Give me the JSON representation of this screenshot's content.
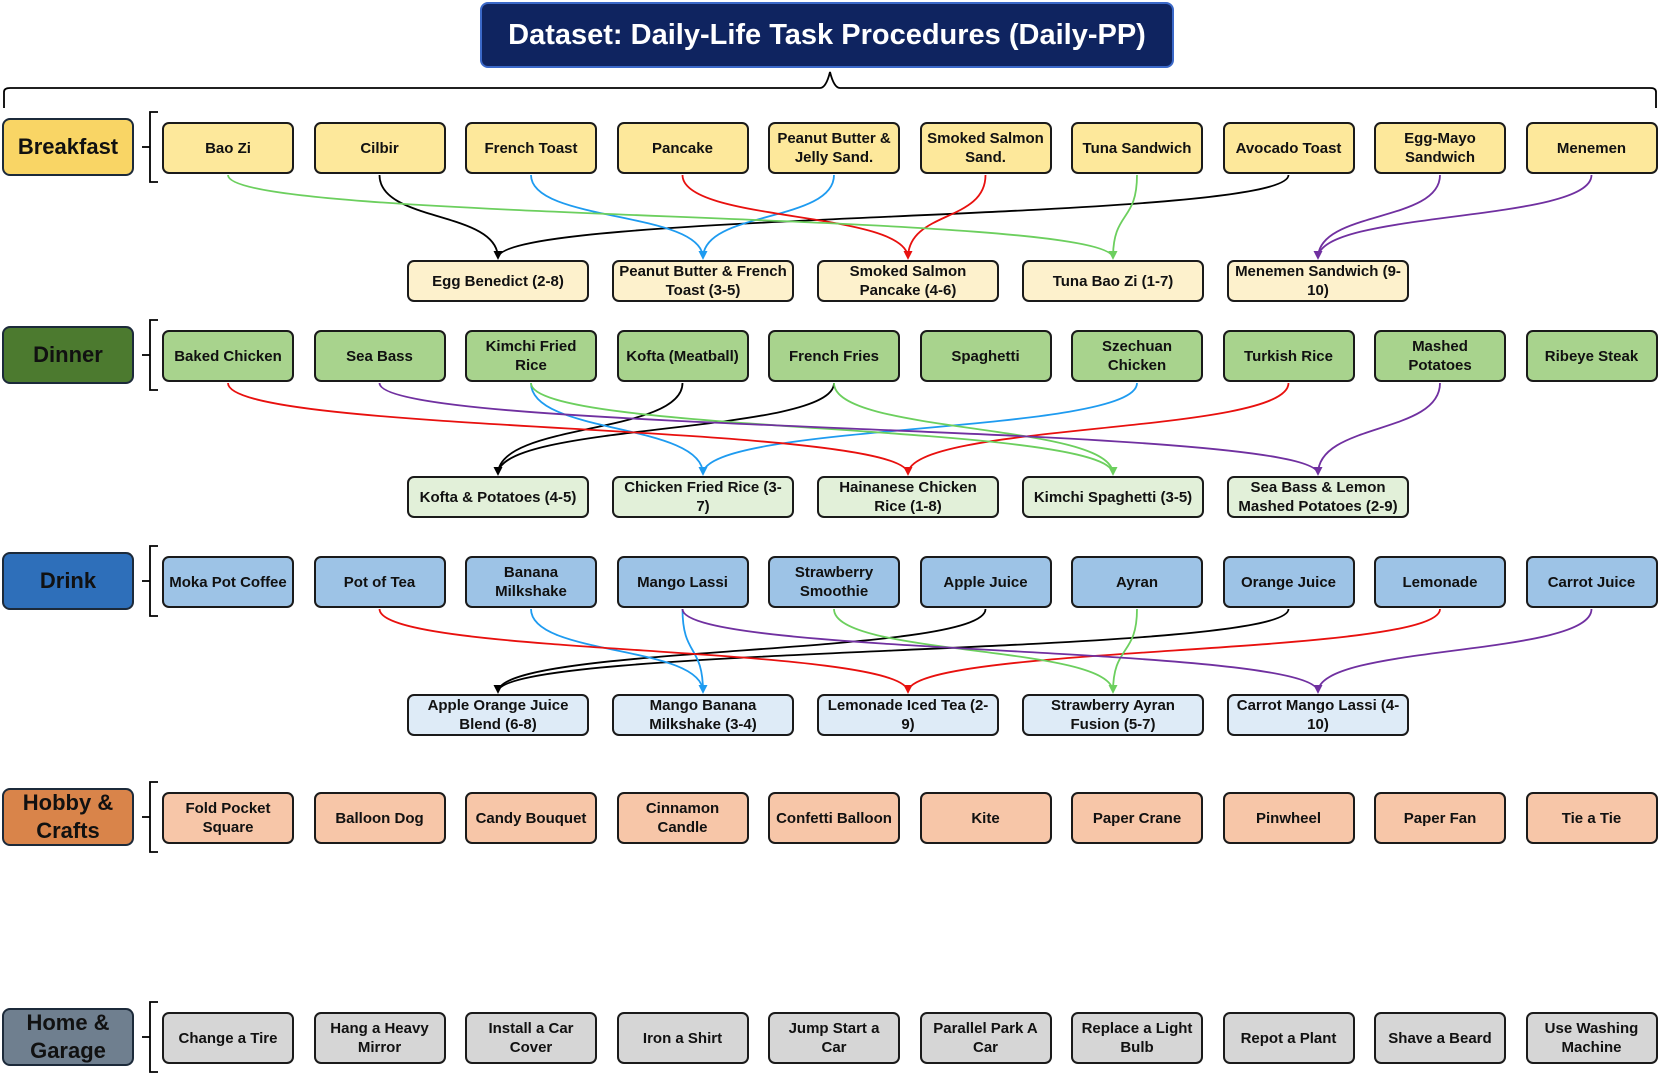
{
  "title": "Dataset: Daily-Life Task Procedures (Daily-PP)",
  "categories": [
    {
      "id": "breakfast",
      "label": "Breakfast",
      "color": "#f9d565",
      "text_color": "#111111",
      "item_color": "#fde89b",
      "combo_color": "#fdf1cc",
      "items": [
        "Bao Zi",
        "Cilbir",
        "French Toast",
        "Pancake",
        "Peanut Butter & Jelly Sand.",
        "Smoked Salmon Sand.",
        "Tuna Sandwich",
        "Avocado Toast",
        "Egg-Mayo Sandwich",
        "Menemen"
      ],
      "combos": [
        "Egg Benedict (2-8)",
        "Peanut Butter & French Toast (3-5)",
        "Smoked Salmon Pancake (4-6)",
        "Tuna Bao Zi (1-7)",
        "Menemen Sandwich (9-10)"
      ]
    },
    {
      "id": "dinner",
      "label": "Dinner",
      "color": "#4c7a2f",
      "text_color": "#111111",
      "item_color": "#a8d38d",
      "combo_color": "#e2f0d9",
      "items": [
        "Baked Chicken",
        "Sea Bass",
        "Kimchi Fried Rice",
        "Kofta (Meatball)",
        "French Fries",
        "Spaghetti",
        "Szechuan Chicken",
        "Turkish Rice",
        "Mashed Potatoes",
        "Ribeye Steak"
      ],
      "combos": [
        "Kofta & Potatoes (4-5)",
        "Chicken Fried Rice (3-7)",
        "Hainanese Chicken Rice (1-8)",
        "Kimchi Spaghetti (3-5)",
        "Sea Bass & Lemon Mashed Potatoes (2-9)"
      ]
    },
    {
      "id": "drink",
      "label": "Drink",
      "color": "#2e6fba",
      "text_color": "#111111",
      "item_color": "#9dc3e6",
      "combo_color": "#deebf7",
      "items": [
        "Moka Pot Coffee",
        "Pot of Tea",
        "Banana Milkshake",
        "Mango Lassi",
        "Strawberry Smoothie",
        "Apple Juice",
        "Ayran",
        "Orange Juice",
        "Lemonade",
        "Carrot Juice"
      ],
      "combos": [
        "Apple Orange Juice Blend (6-8)",
        "Mango Banana Milkshake (3-4)",
        "Lemonade Iced Tea (2-9)",
        "Strawberry Ayran Fusion (5-7)",
        "Carrot Mango Lassi (4-10)"
      ]
    },
    {
      "id": "hobby",
      "label": "Hobby & Crafts",
      "color": "#d9844a",
      "text_color": "#111111",
      "item_color": "#f7c6a8",
      "combo_color": "#fbe3d5",
      "items": [
        "Fold Pocket Square",
        "Balloon Dog",
        "Candy Bouquet",
        "Cinnamon Candle",
        "Confetti Balloon",
        "Kite",
        "Paper Crane",
        "Pinwheel",
        "Paper Fan",
        "Tie a Tie"
      ],
      "combos": []
    },
    {
      "id": "home",
      "label": "Home & Garage",
      "color": "#6f7f8f",
      "text_color": "#111111",
      "item_color": "#d6d6d6",
      "combo_color": "#eeeeee",
      "items": [
        "Change a Tire",
        "Hang a Heavy Mirror",
        "Install a Car Cover",
        "Iron a Shirt",
        "Jump Start a Car",
        "Parallel Park A Car",
        "Replace a Light Bulb",
        "Repot a Plant",
        "Shave a Beard",
        "Use Washing Machine"
      ],
      "combos": []
    }
  ],
  "edge_colors": [
    "#000000",
    "#1e9bf0",
    "#e8100e",
    "#6ccf5e",
    "#7030a0"
  ]
}
